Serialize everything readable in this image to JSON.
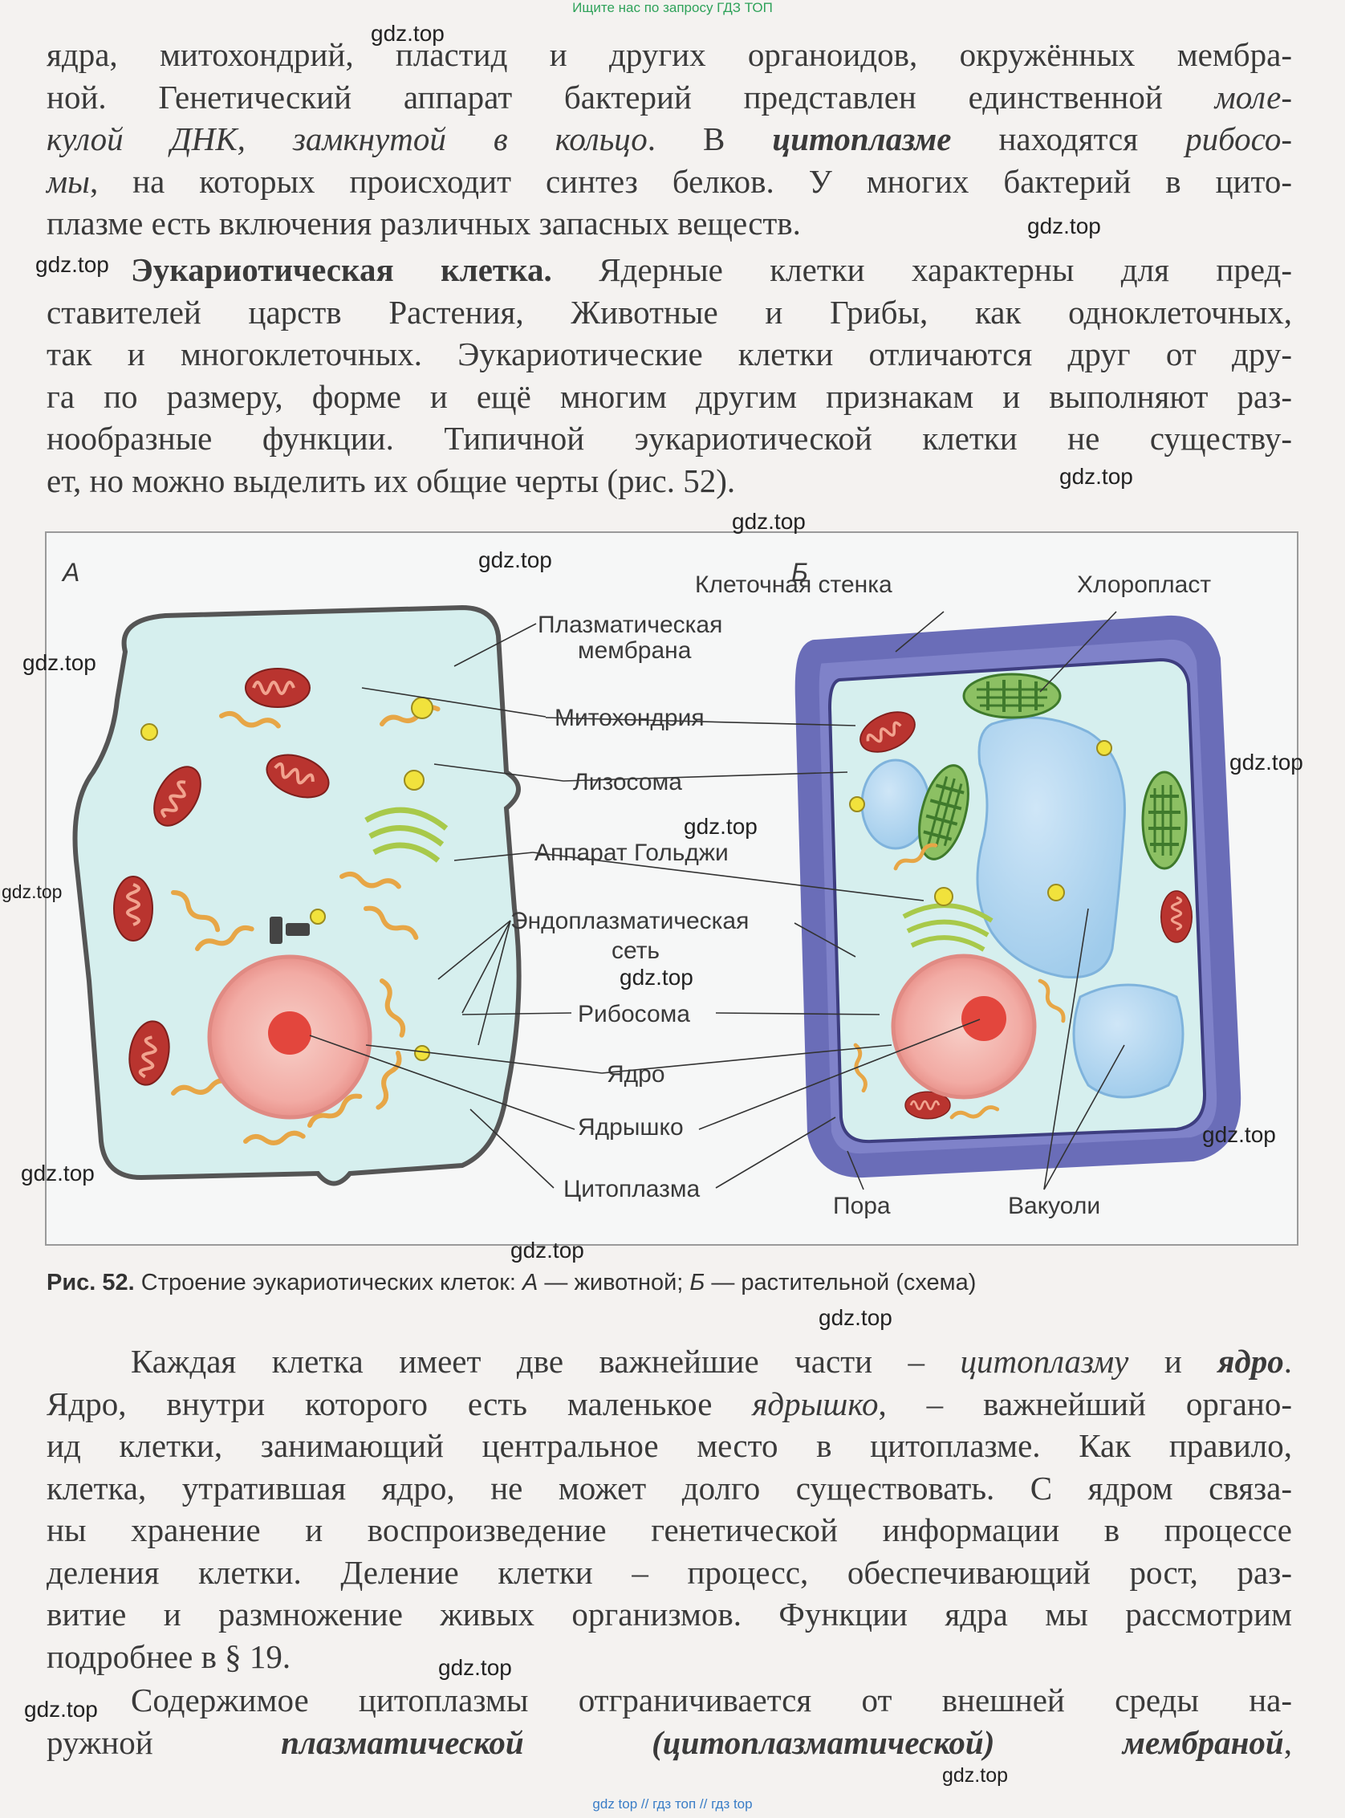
{
  "header_note": "Ищите нас по запросу ГДЗ ТОП",
  "footer_note": "gdz top  //  гдз топ  //  гдз top",
  "watermark": "gdz.top",
  "para1": {
    "l1": "ядра, митохондрий, пластид и других органоидов, окружённых мембра-",
    "l2a": "ной. Генетический аппарат бактерий представлен единственной ",
    "l2b": "моле-",
    "l3a": "кулой ДНК, замкнутой в кольцо",
    "l3b": ". В ",
    "l3c": "цитоплазме",
    "l3d": " находятся ",
    "l3e": "рибосо-",
    "l4a": "мы",
    "l4b": ", на которых происходит синтез белков. У многих бактерий в цито-",
    "l5": "плазме есть включения различных запасных веществ."
  },
  "para2": {
    "heading": "Эукариотическая клетка.",
    "l1": " Ядерные клетки характерны для пред-",
    "l2": "ставителей царств Растения, Животные и Грибы, как одноклеточных,",
    "l3": "так и многоклеточных. Эукариотические клетки отличаются друг от дру-",
    "l4": "га по размеру, форме и ещё многим другим признакам и выполняют раз-",
    "l5": "нообразные функции. Типичной эукариотической клетки не существу-",
    "l6": "ет, но можно выделить их общие черты (рис. 52)."
  },
  "figure": {
    "panel_a": "А",
    "panel_b": "Б",
    "labels": {
      "plasma_membrane_1": "Плазматическая",
      "plasma_membrane_2": "мембрана",
      "mitochondria": "Митохондрия",
      "lysosome": "Лизосома",
      "golgi": "Аппарат Гольджи",
      "er_1": "Эндоплазматическая",
      "er_2": "сеть",
      "ribosome": "Рибосома",
      "nucleus": "Ядро",
      "nucleolus": "Ядрышко",
      "cytoplasm": "Цитоплазма",
      "cell_wall": "Клеточная стенка",
      "chloroplast": "Хлоропласт",
      "pore": "Пора",
      "vacuoles": "Вакуоли"
    },
    "caption_num": "Рис. 52.",
    "caption_a": " Строение эукариотических клеток: ",
    "caption_b": "А",
    "caption_c": " — животной; ",
    "caption_d": "Б",
    "caption_e": " — растительной (схема)"
  },
  "para3": {
    "l1a": "Каждая клетка имеет две важнейшие части – ",
    "l1b": "цитоплазму",
    "l1c": " и ",
    "l1d": "ядро",
    "l1e": ".",
    "l2a": "Ядро, внутри которого есть маленькое ",
    "l2b": "ядрышко",
    "l2c": ", – важнейший органо-",
    "l3": "ид клетки, занимающий центральное место в цитоплазме. Как правило,",
    "l4": "клетка, утратившая ядро, не может долго существовать. С ядром связа-",
    "l5": "ны хранение и воспроизведение генетической информации в процессе",
    "l6": "деления клетки. Деление клетки – процесс, обеспечивающий рост, раз-",
    "l7": "витие и размножение живых организмов. Функции ядра мы рассмотрим",
    "l8": "подробнее в § 19."
  },
  "para4": {
    "l1": "Содержимое цитоплазмы отграничивается от внешней среды на-",
    "l2a": "ружной ",
    "l2b": "плазматической (цитоплазматической) мембраной",
    "l2c": ","
  }
}
